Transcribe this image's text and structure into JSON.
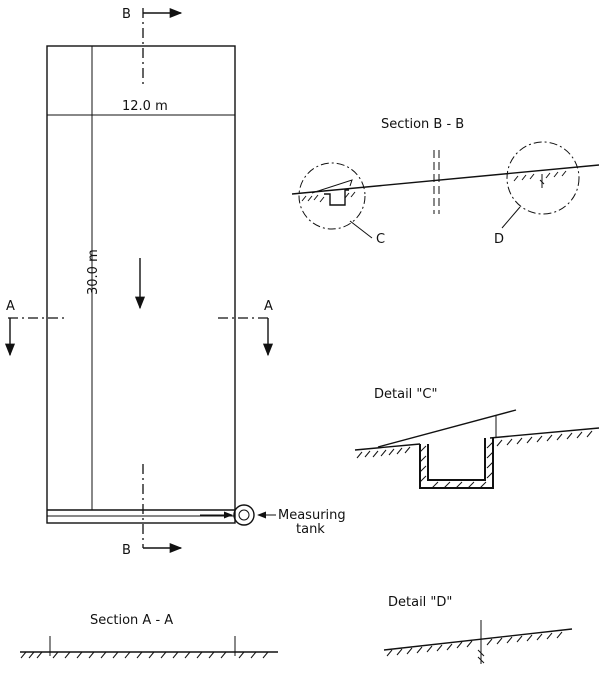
{
  "plan": {
    "width_label": "12.0 m",
    "length_label": "30.0 m",
    "section_marker_b": "B",
    "section_marker_a": "A",
    "tank_label_line1": "Measuring",
    "tank_label_line2": "tank"
  },
  "section_bb": {
    "title": "Section  B - B",
    "callout_c": "C",
    "callout_d": "D"
  },
  "section_aa": {
    "title": "Section  A - A"
  },
  "detail_c": {
    "title": "Detail  \"C\""
  },
  "detail_d": {
    "title": "Detail  \"D\""
  }
}
